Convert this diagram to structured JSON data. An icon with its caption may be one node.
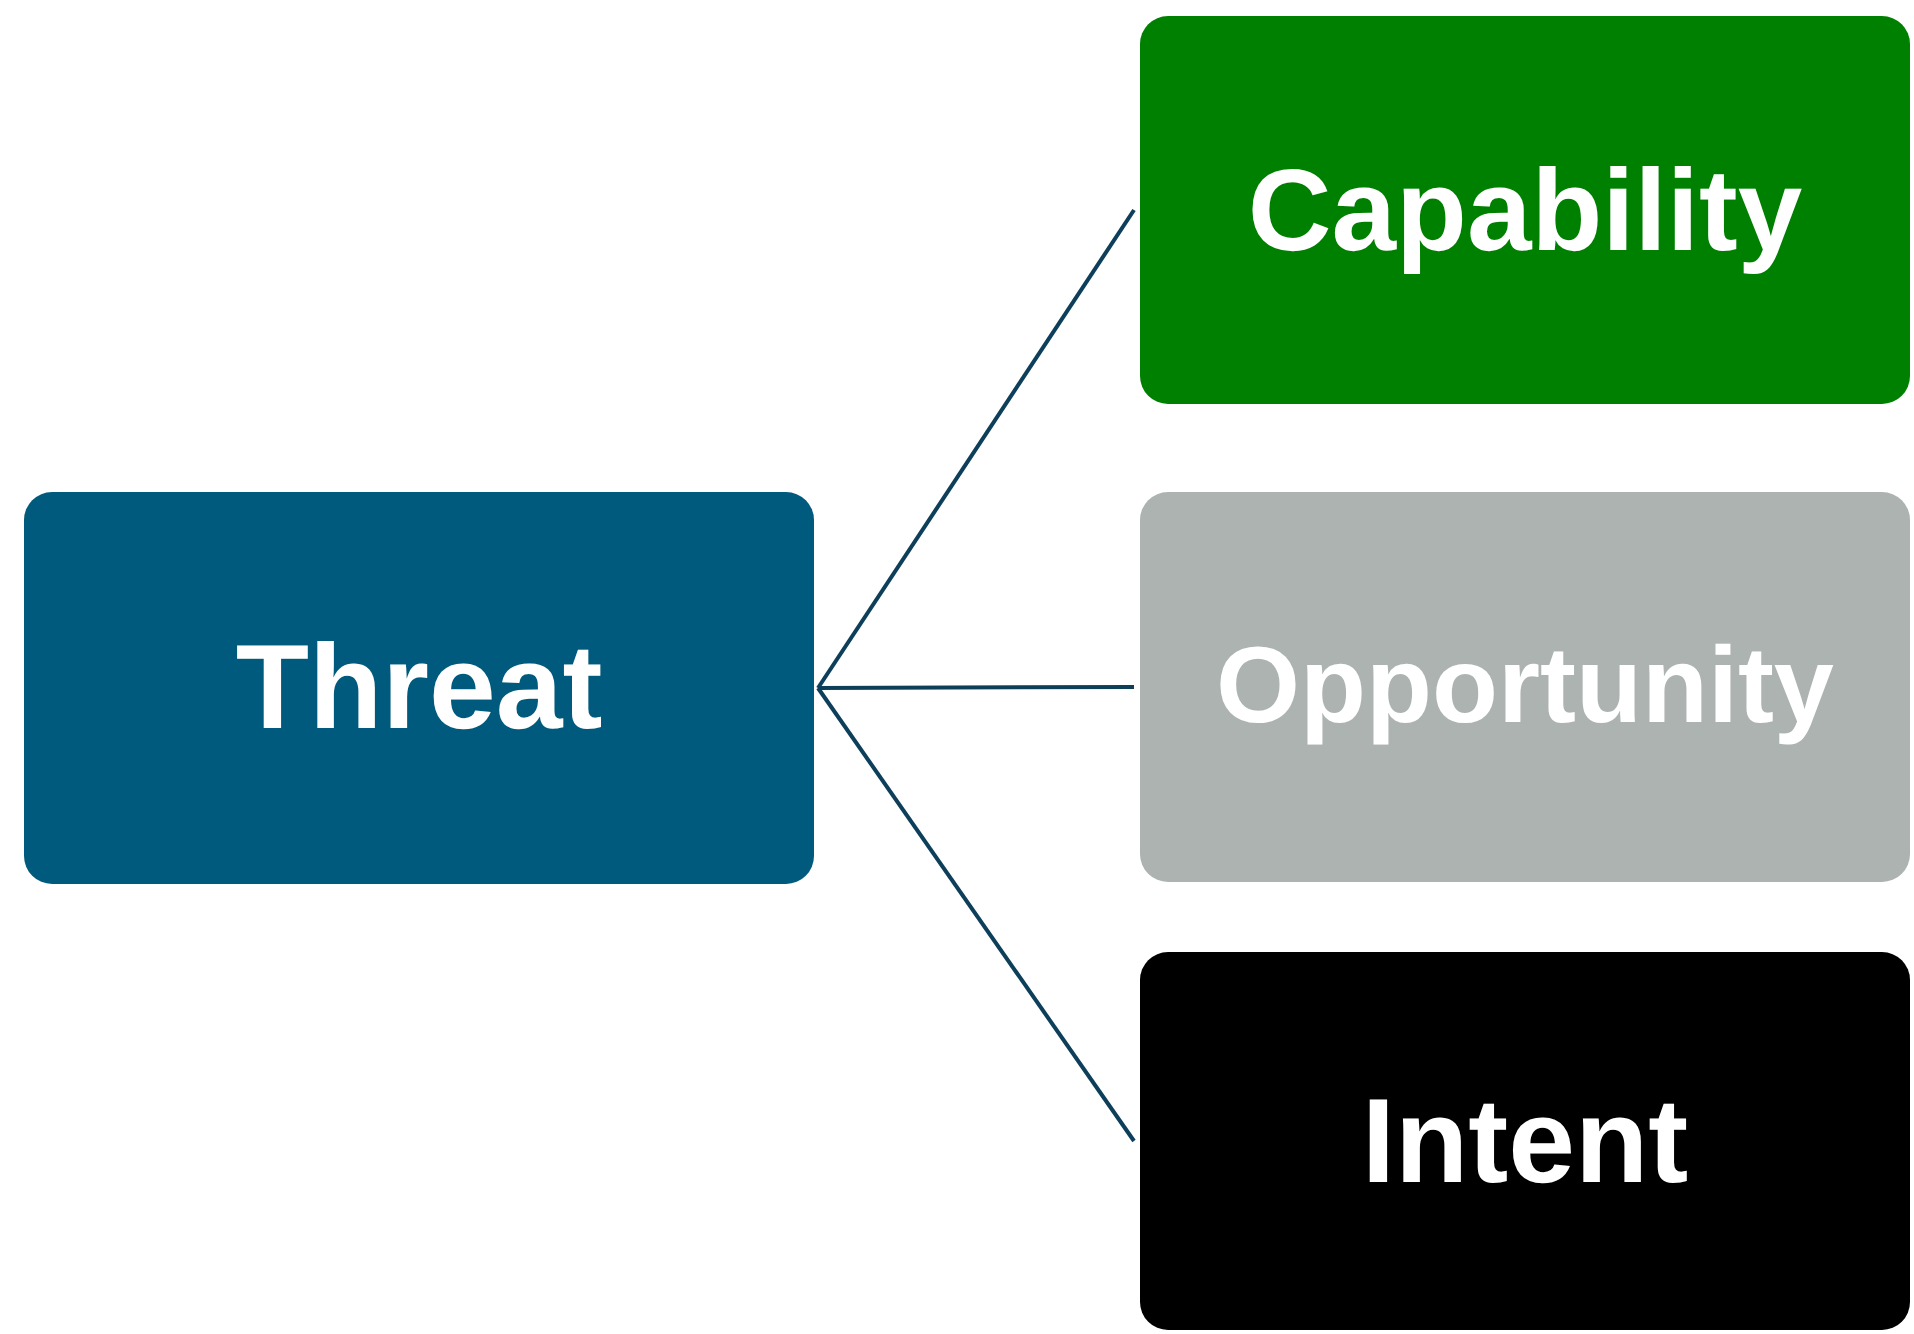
{
  "diagram": {
    "nodes": [
      {
        "text": [
          "Threat"
        ]
      },
      {
        "text": [
          "Capability"
        ]
      },
      {
        "text": [
          "Opportunity"
        ]
      },
      {
        "text": [
          "Intent"
        ]
      }
    ],
    "edges": [
      {
        "from": 0,
        "to": 1,
        "arrow": "none"
      },
      {
        "from": 0,
        "to": 2,
        "arrow": "none"
      },
      {
        "from": 0,
        "to": 3,
        "arrow": "none"
      }
    ]
  }
}
